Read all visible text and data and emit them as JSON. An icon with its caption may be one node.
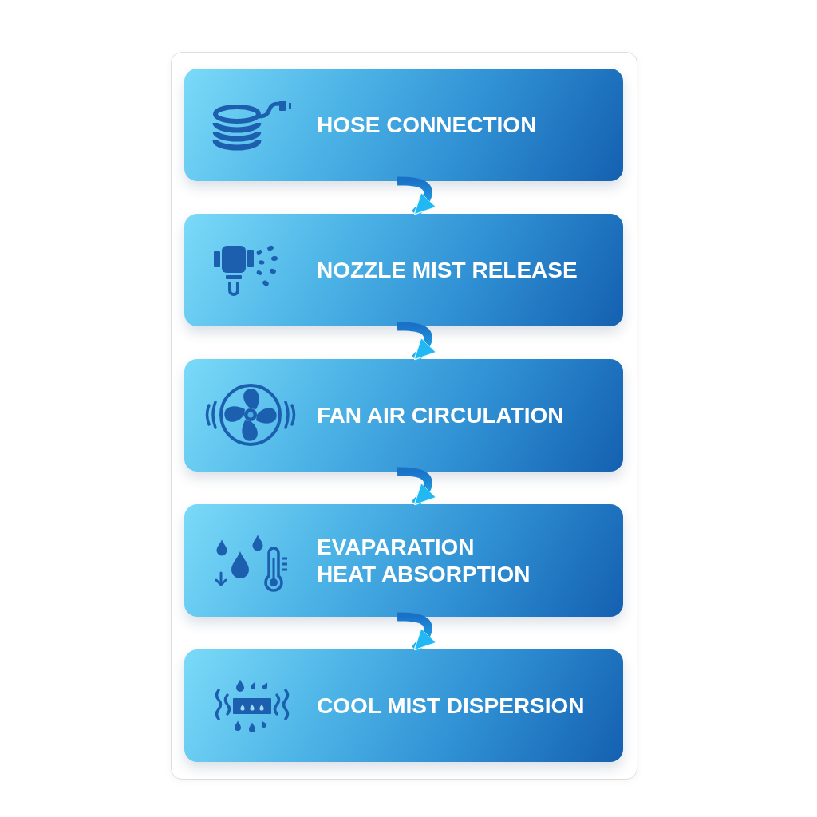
{
  "diagram": {
    "nodes": [
      {
        "text": [
          "HOSE CONNECTION"
        ]
      },
      {
        "text": [
          "NOZZLE MIST RELEASE"
        ]
      },
      {
        "text": [
          "FAN AIR CIRCULATION"
        ]
      },
      {
        "text": [
          "EVAPARATION HEAT ABSORPTION"
        ]
      },
      {
        "text": [
          "COOL MIST DISPERSION"
        ]
      }
    ],
    "edges": [
      {
        "from": 0,
        "to": 1,
        "arrow": "to"
      },
      {
        "from": 1,
        "to": 2,
        "arrow": "to"
      },
      {
        "from": 2,
        "to": 3,
        "arrow": "to"
      },
      {
        "from": 3,
        "to": 4,
        "arrow": "to"
      }
    ]
  }
}
